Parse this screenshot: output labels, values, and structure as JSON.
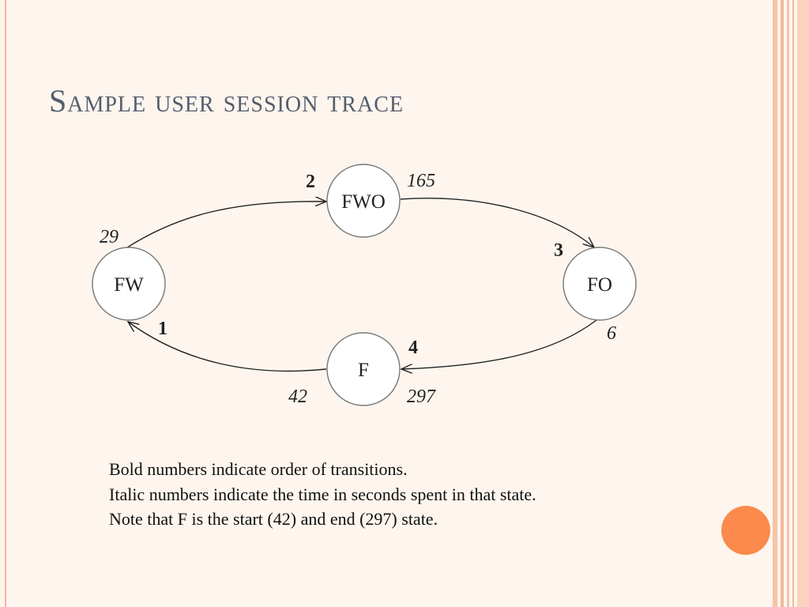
{
  "slide": {
    "title": "Sample user session trace",
    "accent_color": "#fb8a4c",
    "border_color": "#f3b79a",
    "title_color": "#545e6c"
  },
  "diagram": {
    "nodes": {
      "fw": "FW",
      "fwo": "FWO",
      "fo": "FO",
      "f": "F"
    },
    "transition_order": {
      "f_to_fw": "1",
      "fw_to_fwo": "2",
      "fwo_to_fo": "3",
      "fo_to_f": "4"
    },
    "time_spent": {
      "fw": "29",
      "fwo": "165",
      "fo": "6",
      "f_start": "42",
      "f_end": "297"
    }
  },
  "caption": {
    "line1": "Bold numbers indicate order of transitions.",
    "line2": "Italic numbers indicate the time in seconds spent in that state.",
    "line3": "Note that F is the start (42) and end (297) state."
  }
}
